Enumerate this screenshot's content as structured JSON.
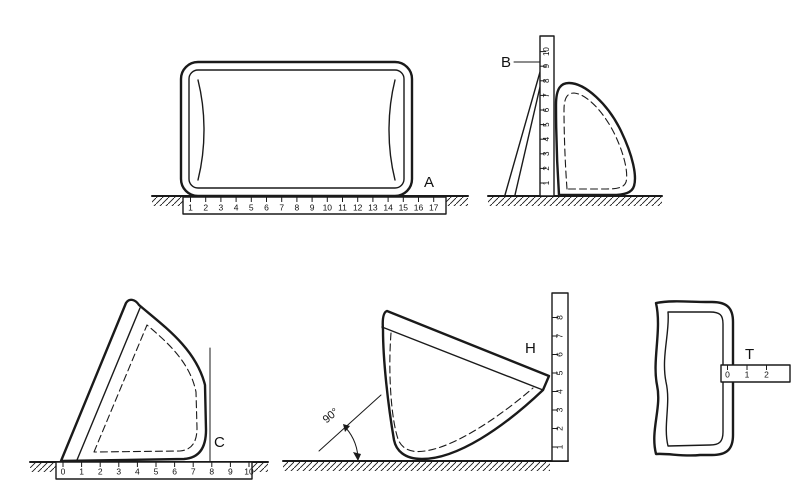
{
  "figures": {
    "a": {
      "label": "A"
    },
    "b": {
      "label": "B"
    },
    "c": {
      "label": "C"
    },
    "h": {
      "label": "H",
      "angle_label": "90°"
    },
    "t": {
      "label": "T"
    }
  },
  "rulers": {
    "a": {
      "numbers": [
        "1",
        "2",
        "3",
        "4",
        "5",
        "6",
        "7",
        "8",
        "9",
        "10",
        "11",
        "12",
        "13",
        "14",
        "15",
        "16",
        "17"
      ]
    },
    "b": {
      "numbers": [
        "1",
        "2",
        "3",
        "4",
        "5",
        "6",
        "7",
        "8",
        "9",
        "10"
      ]
    },
    "c": {
      "numbers": [
        "0",
        "1",
        "2",
        "3",
        "4",
        "5",
        "6",
        "7",
        "8",
        "9",
        "10"
      ]
    },
    "h": {
      "numbers": [
        "1",
        "2",
        "3",
        "4",
        "5",
        "6",
        "7",
        "8"
      ]
    },
    "t": {
      "numbers": [
        "0",
        "1",
        "2"
      ]
    }
  },
  "colors": {
    "ink": "#1a1a1a",
    "paper": "#ffffff"
  }
}
